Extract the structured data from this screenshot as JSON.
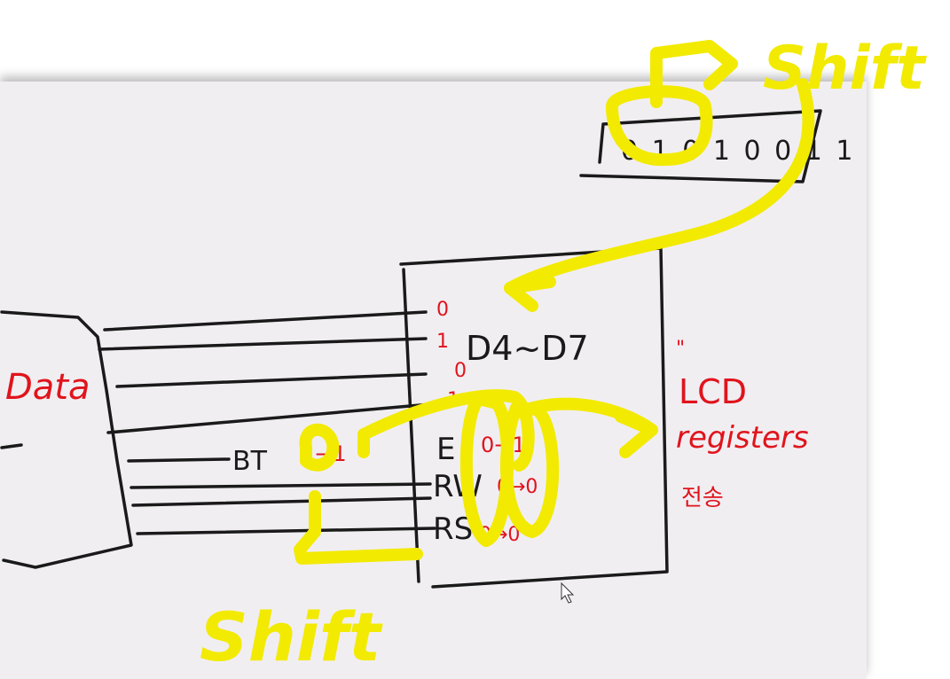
{
  "handwriting": {
    "register_bits": "0 1 0 1 0 0 1 1",
    "data_label": "Data",
    "bus_label": "BT",
    "bt_transition": "1→1",
    "pin_d_range": "D4~D7",
    "pin_e": "E",
    "pin_rw": "RW",
    "pin_rs": "RS",
    "e_transition": "0→1",
    "rw_transition": "0→0",
    "rs_transition": "0→0",
    "lcd_label": "LCD",
    "registers_label": "registers",
    "korean_note": "전송",
    "bit_marks": [
      "0",
      "1",
      "0",
      "1"
    ],
    "shift_note_top": "Shift",
    "shift_note_bottom": "Shift"
  },
  "colors": {
    "ink": "#1a1a1a",
    "annotation_red": "#e0141c",
    "highlight_yellow": "#f2ea00",
    "canvas": "#f1eef2"
  }
}
